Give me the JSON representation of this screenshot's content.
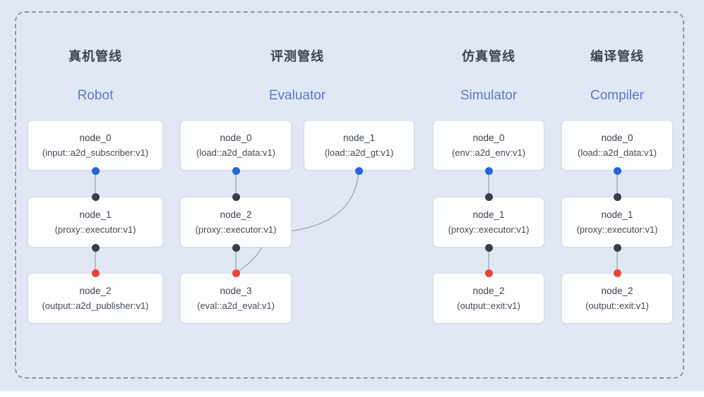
{
  "colors": {
    "background": "#e2e7f5",
    "frame_dash": "#8f949e",
    "node_fill": "#fcfdfe",
    "node_border": "#d6dae3",
    "title_zh": "#3d4350",
    "title_en": "#5d77c5",
    "wire": "#9aa2b0",
    "input_port": "#2565d8",
    "internal_port": "#3b3e43",
    "output_port": "#e94637"
  },
  "pipelines": [
    {
      "title_zh": "真机管线",
      "title_en": "Robot",
      "nodes": [
        {
          "name": "node_0",
          "type": "(input::a2d_subscriber:v1)"
        },
        {
          "name": "node_1",
          "type": "(proxy::executor:v1)"
        },
        {
          "name": "node_2",
          "type": "(output::a2d_publisher:v1)"
        }
      ]
    },
    {
      "title_zh": "评测管线",
      "title_en": "Evaluator",
      "nodes": [
        {
          "name": "node_0",
          "type": "(load::a2d_data:v1)"
        },
        {
          "name": "node_1",
          "type": "(load::a2d_gt:v1)"
        },
        {
          "name": "node_2",
          "type": "(proxy::executor:v1)"
        },
        {
          "name": "node_3",
          "type": "(eval::a2d_eval:v1)"
        }
      ]
    },
    {
      "title_zh": "仿真管线",
      "title_en": "Simulator",
      "nodes": [
        {
          "name": "node_0",
          "type": "(env::a2d_env:v1)"
        },
        {
          "name": "node_1",
          "type": "(proxy::executor:v1)"
        },
        {
          "name": "node_2",
          "type": "(output::exit:v1)"
        }
      ]
    },
    {
      "title_zh": "编译管线",
      "title_en": "Compiler",
      "nodes": [
        {
          "name": "node_0",
          "type": "(load::a2d_data:v1)"
        },
        {
          "name": "node_1",
          "type": "(proxy::executor:v1)"
        },
        {
          "name": "node_2",
          "type": "(output::exit:v1)"
        }
      ]
    }
  ]
}
